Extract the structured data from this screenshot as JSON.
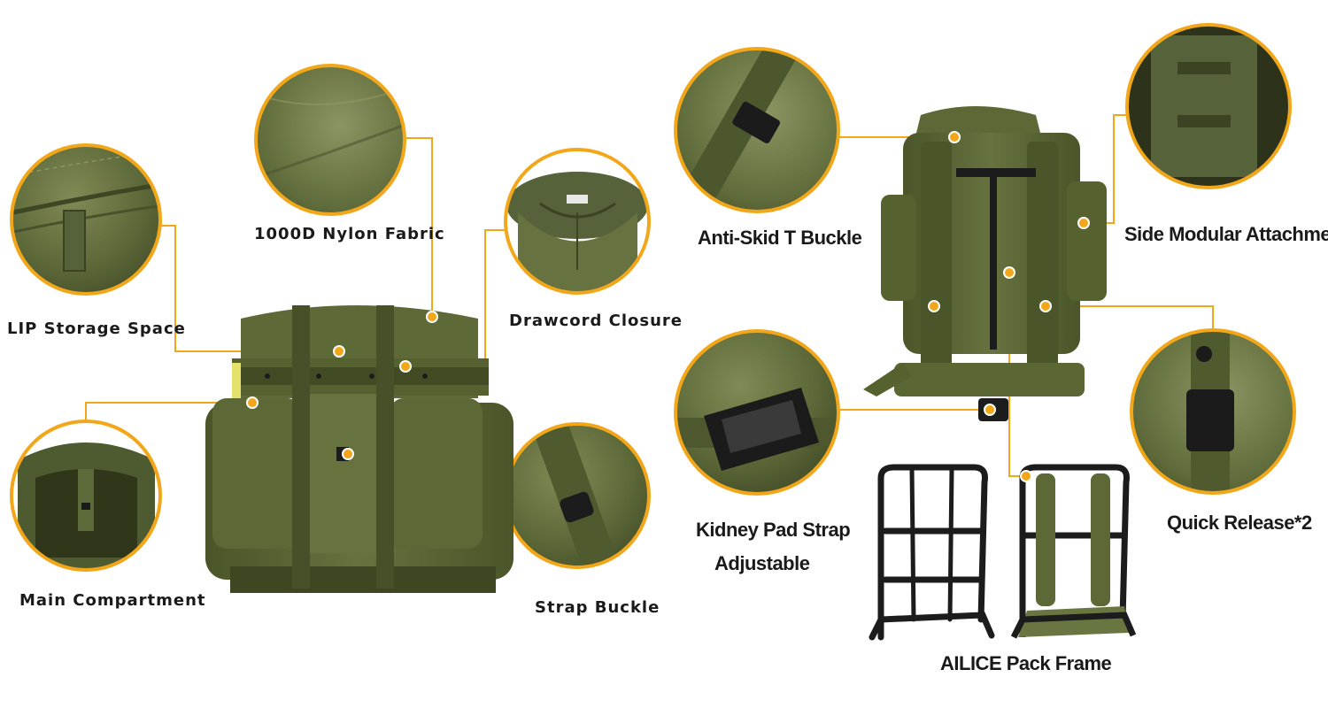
{
  "colors": {
    "accent": "#f2a71b",
    "olive": "#5f6b3a",
    "olive_dark": "#414a26",
    "olive_light": "#7b8650",
    "frame": "#1c1c1c",
    "text": "#1a1a1a"
  },
  "labels": {
    "lip_storage": "LIP Storage Space",
    "nylon_fabric": "1000D Nylon Fabric",
    "drawcord": "Drawcord Closure",
    "main_compartment": "Main Compartment",
    "strap_buckle": "Strap Buckle",
    "anti_skid": "Anti-Skid T Buckle",
    "side_modular": "Side Modular Attachment",
    "kidney_pad_line1": "Kidney Pad Strap",
    "kidney_pad_line2": "Adjustable",
    "quick_release": "Quick Release*2",
    "pack_frame": "AILICE Pack Frame"
  }
}
